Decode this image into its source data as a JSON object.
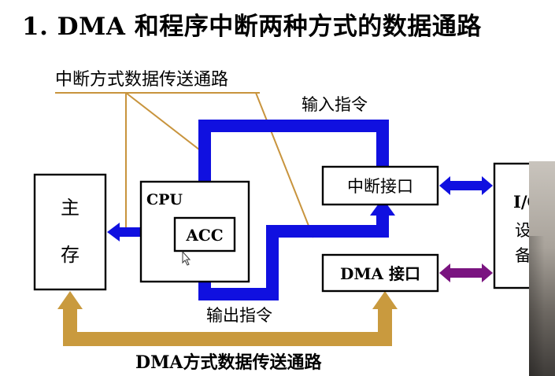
{
  "title": "1. DMA 和程序中断两种方式的数据通路",
  "diagram": {
    "interrupt_path_label": "中断方式数据传送通路",
    "input_instruction_label": "输入指令",
    "output_instruction_label": "输出指令",
    "dma_path_label": "DMA方式数据传送通路",
    "memory": {
      "line1": "主",
      "line2": "存"
    },
    "cpu_label": "CPU",
    "acc_label": "ACC",
    "interrupt_interface_label": "中断接口",
    "dma_interface_label": "DMA 接口",
    "io_device": {
      "line1": "I/O",
      "line2": "设",
      "line3": "备"
    }
  },
  "colors": {
    "blue_path": "#1010e0",
    "gold_path": "#c99a3e",
    "thin_line": "#c8943d",
    "purple_arrow": "#7a1480"
  }
}
